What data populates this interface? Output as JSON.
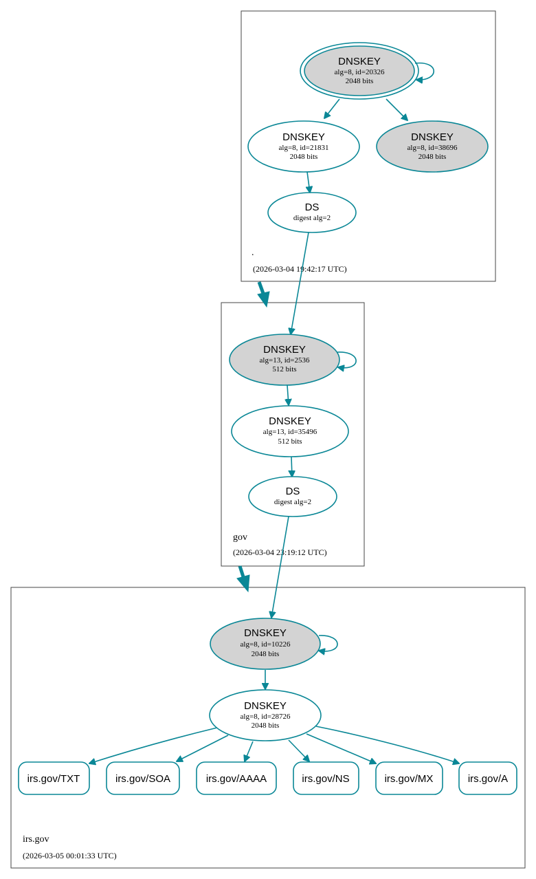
{
  "colors": {
    "edge": "#0a8796",
    "sep_fill": "#d3d3d3",
    "plain_fill": "#ffffff",
    "zone_border": "#444444"
  },
  "zones": {
    "root": {
      "name": ".",
      "timestamp": "(2026-03-04 19:42:17 UTC)"
    },
    "gov": {
      "name": "gov",
      "timestamp": "(2026-03-04 23:19:12 UTC)"
    },
    "irs": {
      "name": "irs.gov",
      "timestamp": "(2026-03-05 00:01:33 UTC)"
    }
  },
  "nodes": {
    "root_ksk": {
      "title": "DNSKEY",
      "line1": "alg=8, id=20326",
      "line2": "2048 bits"
    },
    "root_zsk1": {
      "title": "DNSKEY",
      "line1": "alg=8, id=21831",
      "line2": "2048 bits"
    },
    "root_zsk2": {
      "title": "DNSKEY",
      "line1": "alg=8, id=38696",
      "line2": "2048 bits"
    },
    "root_ds": {
      "title": "DS",
      "line1": "digest alg=2"
    },
    "gov_ksk": {
      "title": "DNSKEY",
      "line1": "alg=13, id=2536",
      "line2": "512 bits"
    },
    "gov_zsk": {
      "title": "DNSKEY",
      "line1": "alg=13, id=35496",
      "line2": "512 bits"
    },
    "gov_ds": {
      "title": "DS",
      "line1": "digest alg=2"
    },
    "irs_ksk": {
      "title": "DNSKEY",
      "line1": "alg=8, id=10226",
      "line2": "2048 bits"
    },
    "irs_zsk": {
      "title": "DNSKEY",
      "line1": "alg=8, id=28726",
      "line2": "2048 bits"
    }
  },
  "rrsets": [
    "irs.gov/TXT",
    "irs.gov/SOA",
    "irs.gov/AAAA",
    "irs.gov/NS",
    "irs.gov/MX",
    "irs.gov/A"
  ]
}
